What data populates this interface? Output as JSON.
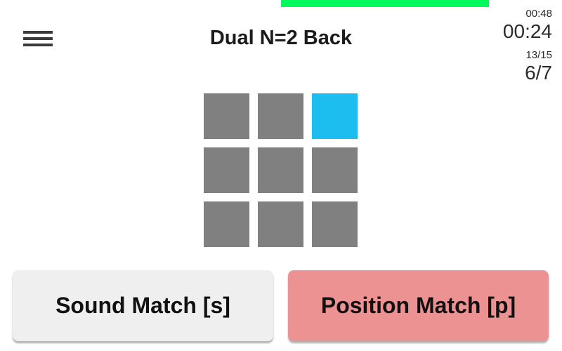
{
  "header": {
    "title": "Dual N=2 Back"
  },
  "progress_bar": {
    "color": "#00FA5E",
    "left_fraction": 0.5,
    "width_fraction": 0.37
  },
  "stats": {
    "timer_small": "00:48",
    "timer_large": "00:24",
    "counter_small": "13/15",
    "counter_large": "6/7"
  },
  "grid": {
    "rows": 3,
    "cols": 3,
    "cell_color": "#808080",
    "active_color": "#1CBEF0",
    "active_cell": {
      "row": 0,
      "col": 2
    }
  },
  "buttons": {
    "sound": {
      "label": "Sound Match [s]",
      "bg": "#EFEFEF"
    },
    "position": {
      "label": "Position Match [p]",
      "bg": "#EC9292"
    }
  }
}
